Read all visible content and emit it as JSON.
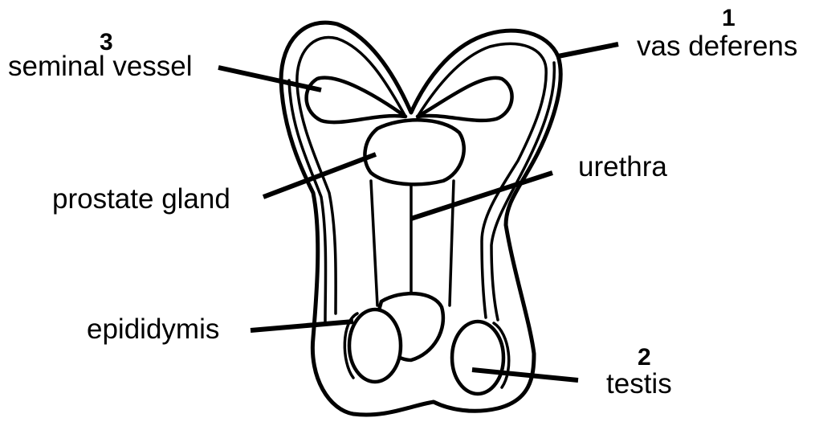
{
  "labels": {
    "vas_deferens": {
      "number": "1",
      "text": "vas deferens"
    },
    "testis": {
      "number": "2",
      "text": "testis"
    },
    "seminal_vessel": {
      "number": "3",
      "text": "seminal vessel"
    },
    "prostate_gland": {
      "text": "prostate gland"
    },
    "urethra": {
      "text": "urethra"
    },
    "epididymis": {
      "text": "epididymis"
    }
  }
}
